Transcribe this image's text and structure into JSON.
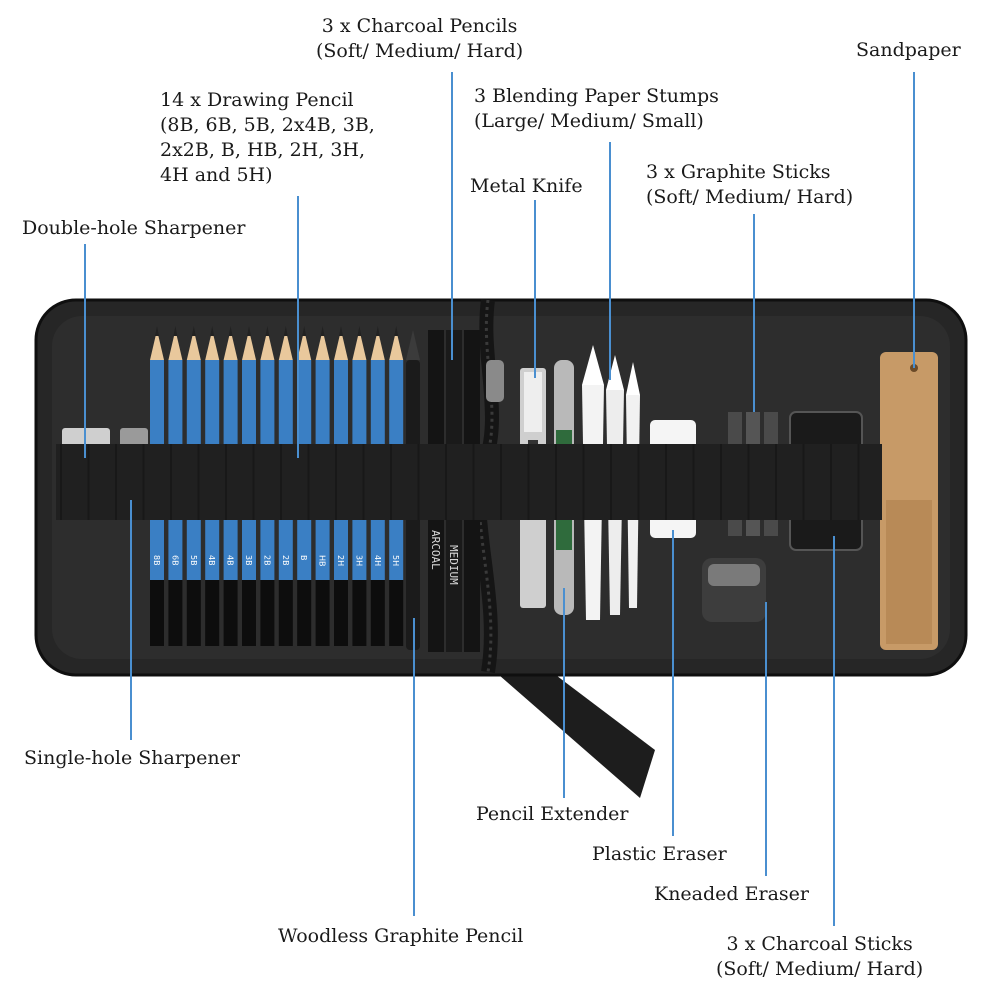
{
  "colors": {
    "case": "#262626",
    "case_edge": "#101010",
    "leader": "#4a8fd0",
    "pencil_blue": "#3a7fc4",
    "pencil_tip": "#e9c89c",
    "sandpaper": "#c79a67"
  },
  "labels": {
    "charcoal_pencils": {
      "line1": "3 x Charcoal Pencils",
      "line2": "(Soft/ Medium/ Hard)"
    },
    "sandpaper": {
      "line1": "Sandpaper"
    },
    "drawing_pencil": {
      "line1": "14 x Drawing Pencil",
      "line2": "(8B, 6B, 5B, 2x4B, 3B,",
      "line3": "2x2B, B, HB, 2H, 3H,",
      "line4": "4H and 5H)"
    },
    "blending_stumps": {
      "line1": "3 Blending Paper Stumps",
      "line2": "(Large/ Medium/ Small)"
    },
    "metal_knife": {
      "line1": "Metal Knife"
    },
    "graphite_sticks": {
      "line1": "3 x Graphite Sticks",
      "line2": "(Soft/ Medium/ Hard)"
    },
    "double_sharpener": {
      "line1": "Double-hole Sharpener"
    },
    "single_sharpener": {
      "line1": "Single-hole Sharpener"
    },
    "pencil_extender": {
      "line1": "Pencil Extender"
    },
    "plastic_eraser": {
      "line1": "Plastic Eraser"
    },
    "kneaded_eraser": {
      "line1": "Kneaded Eraser"
    },
    "woodless_pencil": {
      "line1": "Woodless Graphite Pencil"
    },
    "charcoal_sticks": {
      "line1": "3 x Charcoal Sticks",
      "line2": "(Soft/ Medium/ Hard)"
    }
  },
  "pencil_grades": [
    "8B",
    "6B",
    "5B",
    "4B",
    "4B",
    "3B",
    "2B",
    "2B",
    "B",
    "HB",
    "2H",
    "3H",
    "4H",
    "5H"
  ],
  "charcoal_pencil_text": {
    "a": "ARCOAL",
    "b": "MEDIUM"
  }
}
